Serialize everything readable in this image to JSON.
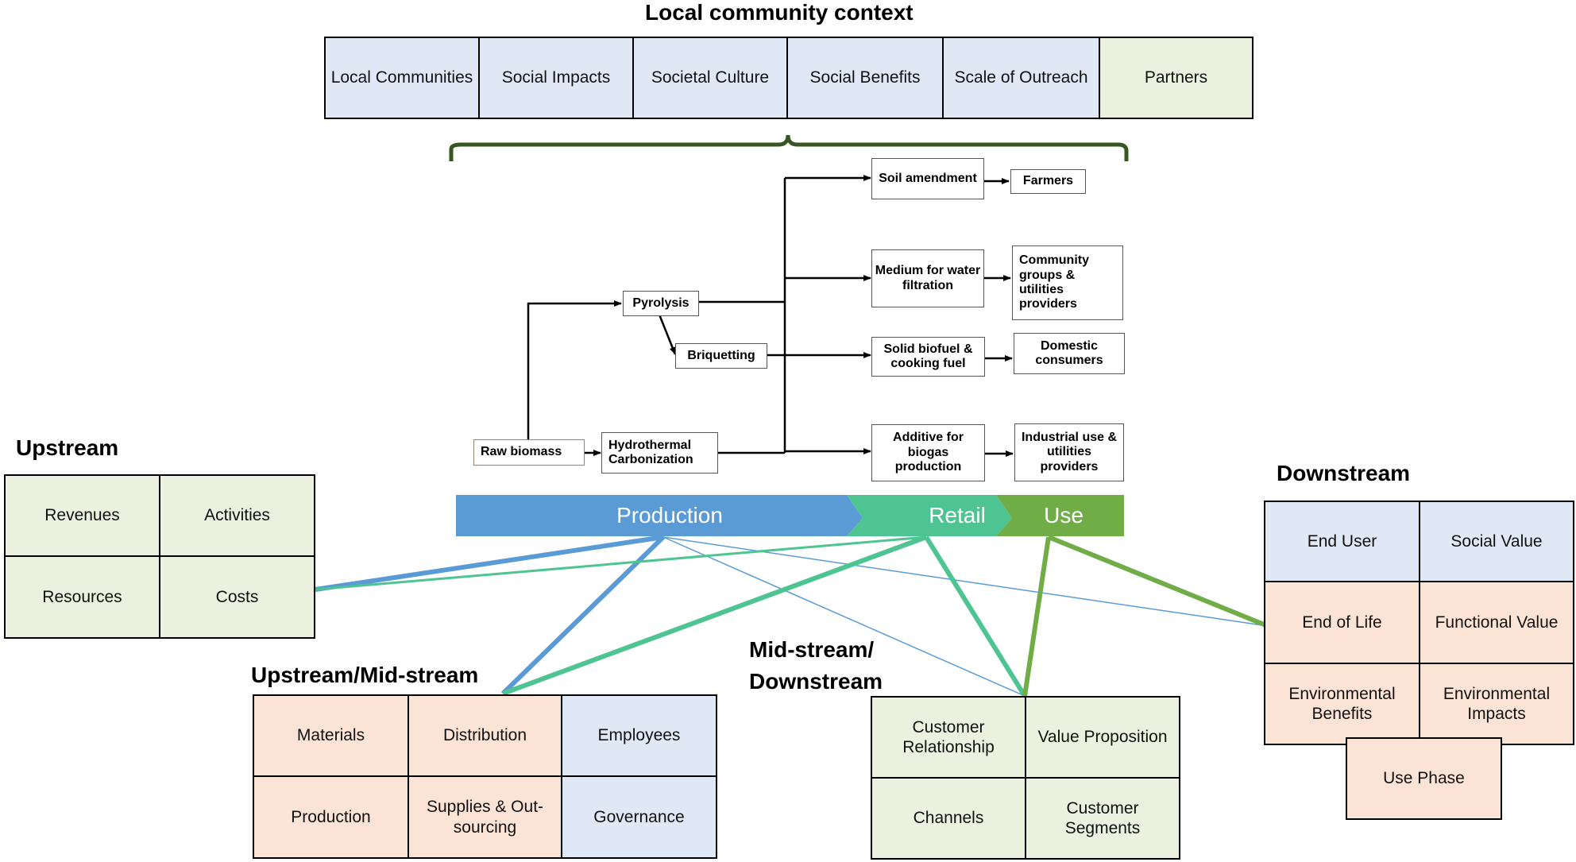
{
  "titles": {
    "local_context": "Local community context",
    "upstream": "Upstream",
    "upstream_midstream": "Upstream/Mid-stream",
    "midstream_downstream_1": "Mid-stream/",
    "midstream_downstream_2": "Downstream",
    "downstream": "Downstream"
  },
  "local_context": {
    "local_communities": "Local Communities",
    "social_impacts": "Social Impacts",
    "societal_culture": "Societal Culture",
    "social_benefits": "Social Benefits",
    "scale_of_outreach": "Scale of Outreach",
    "partners": "Partners"
  },
  "upstream": {
    "revenues": "Revenues",
    "activities": "Activities",
    "resources": "Resources",
    "costs": "Costs"
  },
  "upstream_midstream": {
    "materials": "Materials",
    "distribution": "Distribution",
    "employees": "Employees",
    "production": "Production",
    "supplies": "Supplies & Out-sourcing",
    "governance": "Governance"
  },
  "midstream_downstream": {
    "customer_relationship": "Customer Relationship",
    "value_proposition": "Value Proposition",
    "channels": "Channels",
    "customer_segments": "Customer Segments"
  },
  "downstream": {
    "end_user": "End User",
    "social_value": "Social Value",
    "end_of_life": "End of Life",
    "functional_value": "Functional Value",
    "environmental_benefits": "Environmental Benefits",
    "environmental_impacts": "Environmental Impacts",
    "use_phase": "Use Phase"
  },
  "flow": {
    "raw_biomass": "Raw biomass",
    "pyrolysis": "Pyrolysis",
    "briquetting": "Briquetting",
    "htc": "Hydrothermal Carbonization",
    "soil_amendment": "Soil amendment",
    "farmers": "Farmers",
    "water_filtration": "Medium for water filtration",
    "community_groups": "Community groups & utilities providers",
    "solid_biofuel": "Solid biofuel & cooking fuel",
    "domestic_consumers": "Domestic consumers",
    "biogas_additive": "Additive for biogas production",
    "industrial_use": "Industrial use & utilities providers"
  },
  "stages": {
    "production": "Production",
    "retail": "Retail",
    "use": "Use"
  },
  "colors": {
    "blue_cell": "#dfe8f4",
    "green_cell": "#ebf1de",
    "orange_cell": "#fbe4d5",
    "production_arrow": "#5b9bd5",
    "retail_arrow": "#4dc491",
    "use_arrow": "#70ad47",
    "bracket": "#375623"
  }
}
